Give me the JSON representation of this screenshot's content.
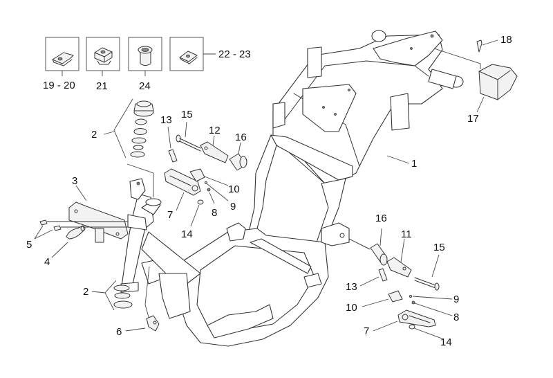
{
  "diagram": {
    "title": "Frame exploded parts view",
    "inset_labels": [
      {
        "id": "inset-19-20",
        "label": "19 - 20",
        "part": "clip nut"
      },
      {
        "id": "inset-21",
        "label": "21",
        "part": "cage nut"
      },
      {
        "id": "inset-24",
        "label": "24",
        "part": "bushing"
      },
      {
        "id": "inset-22-23",
        "label": "22 - 23",
        "part": "flat clip"
      }
    ],
    "callouts": {
      "c1": "1",
      "c2a": "2",
      "c2b": "2",
      "c3": "3",
      "c4": "4",
      "c5": "5",
      "c6": "6",
      "c7a": "7",
      "c7b": "7",
      "c8a": "8",
      "c8b": "8",
      "c9a": "9",
      "c9b": "9",
      "c10a": "10",
      "c10b": "10",
      "c11": "11",
      "c12": "12",
      "c13a": "13",
      "c13b": "13",
      "c14a": "14",
      "c14b": "14",
      "c15a": "15",
      "c15b": "15",
      "c16a": "16",
      "c16b": "16",
      "c17": "17",
      "c18": "18"
    }
  }
}
